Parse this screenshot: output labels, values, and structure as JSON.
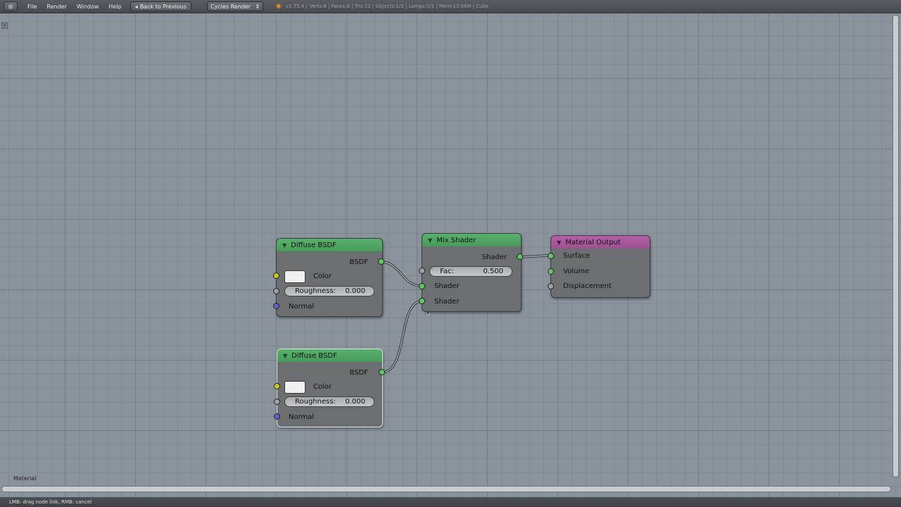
{
  "topbar": {
    "editor_icon": "node-editor-icon",
    "menus": [
      "File",
      "Render",
      "Window",
      "Help"
    ],
    "back_label": "Back to Previous",
    "render_engine": "Cycles Render",
    "stats": "v2.75.4 | Verts:8 | Faces:6 | Tris:12 | Objects:1/3 | Lamps:0/1 | Mem:13.66M | Cube"
  },
  "editor": {
    "label": "Material"
  },
  "status": {
    "text": "LMB: drag node link, RMB: cancel"
  },
  "nodes": {
    "diffuse1": {
      "title": "Diffuse BSDF",
      "output": "BSDF",
      "color_label": "Color",
      "roughness_label": "Roughness:",
      "roughness_value": "0.000",
      "normal_label": "Normal"
    },
    "diffuse2": {
      "title": "Diffuse BSDF",
      "output": "BSDF",
      "color_label": "Color",
      "roughness_label": "Roughness:",
      "roughness_value": "0.000",
      "normal_label": "Normal"
    },
    "mix": {
      "title": "Mix Shader",
      "output": "Shader",
      "fac_label": "Fac:",
      "fac_value": "0.500",
      "input1": "Shader",
      "input2": "Shader"
    },
    "output": {
      "title": "Material Output",
      "surface": "Surface",
      "volume": "Volume",
      "displacement": "Displacement"
    }
  },
  "colors": {
    "shader_header": "#58b16d",
    "output_header": "#b45fa8",
    "socket_shader": "#63c763",
    "socket_color": "#c7c729",
    "socket_value": "#a1a1a1",
    "socket_vector": "#6363c7"
  }
}
